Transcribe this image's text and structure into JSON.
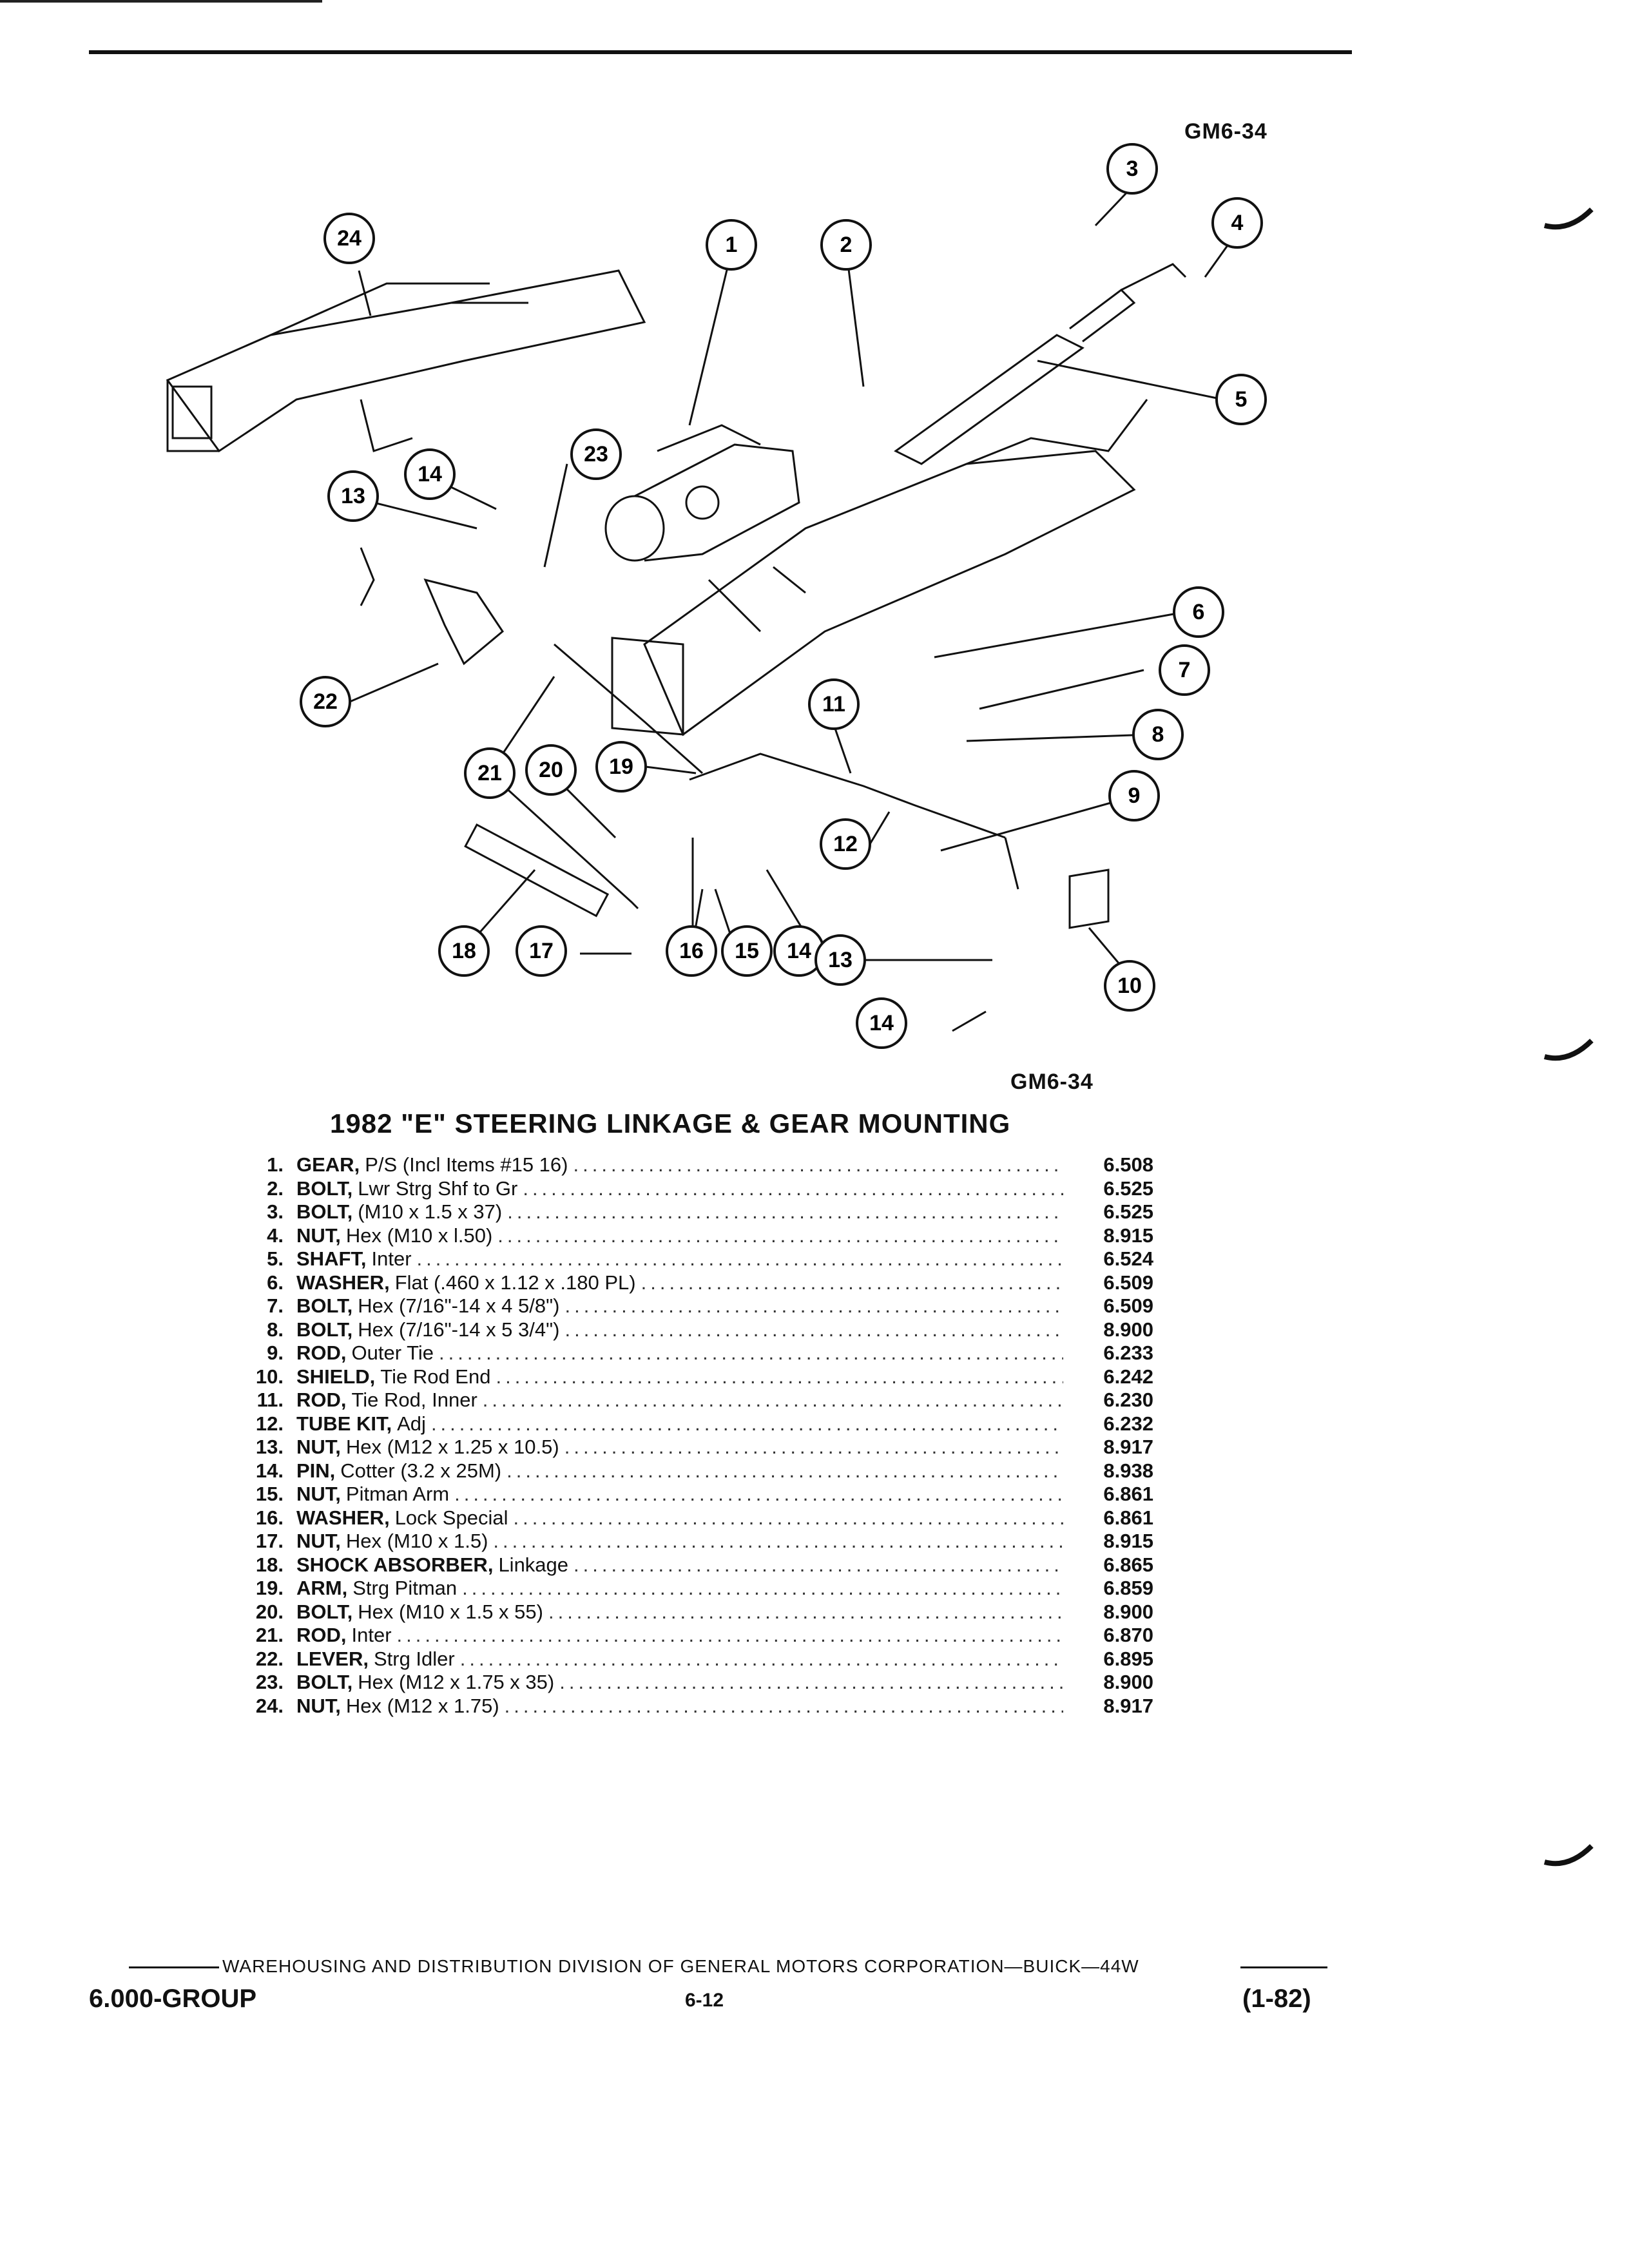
{
  "ref_top": "GM6-34",
  "ref_bottom": "GM6-34",
  "title": "1982 \"E\" STEERING LINKAGE & GEAR MOUNTING",
  "parts": [
    {
      "num": "1.",
      "name": "GEAR,",
      "detail": "P/S (Incl Items #15 16)",
      "code": "6.508"
    },
    {
      "num": "2.",
      "name": "BOLT,",
      "detail": "Lwr Strg Shf to Gr",
      "code": "6.525"
    },
    {
      "num": "3.",
      "name": "BOLT,",
      "detail": "(M10 x 1.5 x 37)",
      "code": "6.525"
    },
    {
      "num": "4.",
      "name": "NUT,",
      "detail": "Hex (M10 x l.50)",
      "code": "8.915"
    },
    {
      "num": "5.",
      "name": "SHAFT,",
      "detail": "Inter",
      "code": "6.524"
    },
    {
      "num": "6.",
      "name": "WASHER,",
      "detail": "Flat (.460 x 1.12 x .180 PL)",
      "code": "6.509"
    },
    {
      "num": "7.",
      "name": "BOLT,",
      "detail": "Hex (7/16\"-14 x 4 5/8\")",
      "code": "6.509"
    },
    {
      "num": "8.",
      "name": "BOLT,",
      "detail": "Hex (7/16\"-14 x 5 3/4\")",
      "code": "8.900"
    },
    {
      "num": "9.",
      "name": "ROD,",
      "detail": "Outer Tie",
      "code": "6.233"
    },
    {
      "num": "10.",
      "name": "SHIELD,",
      "detail": "Tie Rod End",
      "code": "6.242"
    },
    {
      "num": "11.",
      "name": "ROD,",
      "detail": "Tie Rod, Inner",
      "code": "6.230"
    },
    {
      "num": "12.",
      "name": "TUBE KIT,",
      "detail": "Adj",
      "code": "6.232"
    },
    {
      "num": "13.",
      "name": "NUT,",
      "detail": "Hex (M12 x 1.25 x 10.5)",
      "code": "8.917"
    },
    {
      "num": "14.",
      "name": "PIN,",
      "detail": "Cotter (3.2 x 25M)",
      "code": "8.938"
    },
    {
      "num": "15.",
      "name": "NUT,",
      "detail": "Pitman Arm",
      "code": "6.861"
    },
    {
      "num": "16.",
      "name": "WASHER,",
      "detail": "Lock Special",
      "code": "6.861"
    },
    {
      "num": "17.",
      "name": "NUT,",
      "detail": "Hex (M10 x 1.5)",
      "code": "8.915"
    },
    {
      "num": "18.",
      "name": "SHOCK ABSORBER,",
      "detail": "Linkage",
      "code": "6.865"
    },
    {
      "num": "19.",
      "name": "ARM,",
      "detail": "Strg Pitman",
      "code": "6.859"
    },
    {
      "num": "20.",
      "name": "BOLT,",
      "detail": "Hex (M10 x 1.5 x 55)",
      "code": "8.900"
    },
    {
      "num": "21.",
      "name": "ROD,",
      "detail": "Inter",
      "code": "6.870"
    },
    {
      "num": "22.",
      "name": "LEVER,",
      "detail": "Strg Idler",
      "code": "6.895"
    },
    {
      "num": "23.",
      "name": "BOLT,",
      "detail": "Hex (M12 x 1.75 x 35)",
      "code": "8.900"
    },
    {
      "num": "24.",
      "name": "NUT,",
      "detail": "Hex (M12 x 1.75)",
      "code": "8.917"
    }
  ],
  "callouts": [
    "1",
    "2",
    "3",
    "4",
    "5",
    "6",
    "7",
    "8",
    "9",
    "10",
    "11",
    "12",
    "13",
    "13",
    "13",
    "14",
    "14",
    "14",
    "15",
    "16",
    "17",
    "18",
    "19",
    "20",
    "21",
    "22",
    "23",
    "24"
  ],
  "footer": {
    "text": "WAREHOUSING AND DISTRIBUTION  DIVISION OF GENERAL MOTORS CORPORATION—BUICK—44W",
    "group": "6.000-GROUP",
    "page": "6-12",
    "date": "(1-82)"
  }
}
